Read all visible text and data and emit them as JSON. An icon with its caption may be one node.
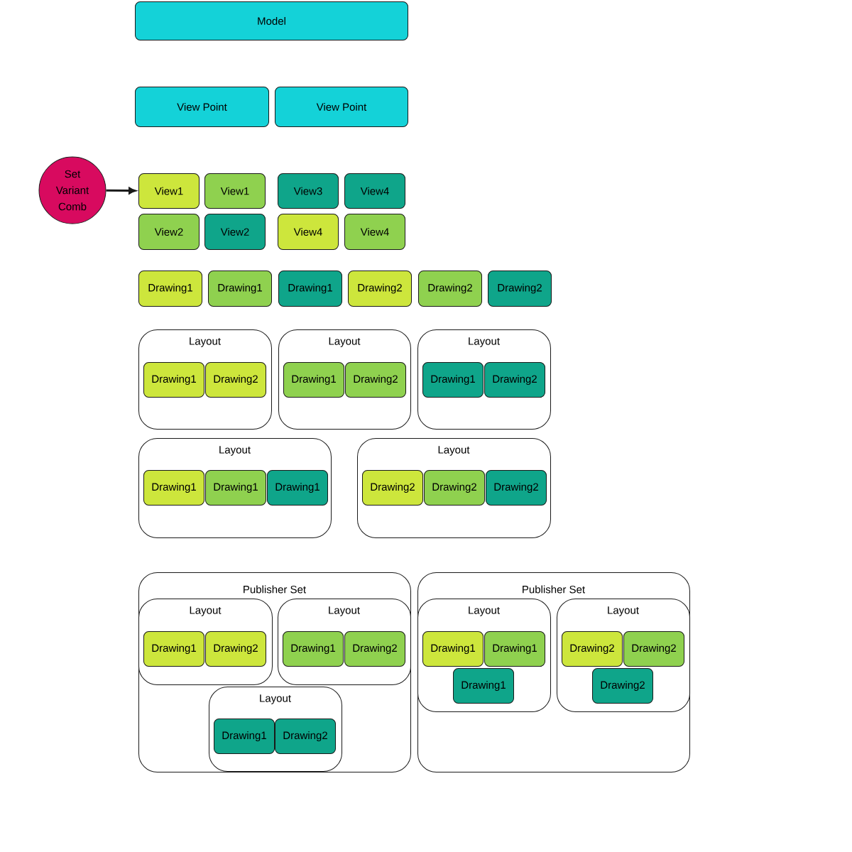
{
  "diagram": {
    "nodes": [
      {
        "text": [
          "Model"
        ]
      },
      {
        "text": [
          "View Point"
        ]
      },
      {
        "text": [
          "View Point"
        ]
      },
      {
        "text": [
          "Set Variant Comb"
        ]
      },
      {
        "text": [
          "View1"
        ]
      },
      {
        "text": [
          "View1"
        ]
      },
      {
        "text": [
          "View3"
        ]
      },
      {
        "text": [
          "View4"
        ]
      },
      {
        "text": [
          "View2"
        ]
      },
      {
        "text": [
          "View2"
        ]
      },
      {
        "text": [
          "View4"
        ]
      },
      {
        "text": [
          "View4"
        ]
      },
      {
        "text": [
          "Drawing1"
        ]
      },
      {
        "text": [
          "Drawing1"
        ]
      },
      {
        "text": [
          "Drawing1"
        ]
      },
      {
        "text": [
          "Drawing2"
        ]
      },
      {
        "text": [
          "Drawing2"
        ]
      },
      {
        "text": [
          "Drawing2"
        ]
      },
      {
        "text": [
          "Layout"
        ]
      },
      {
        "text": [
          "Drawing1"
        ],
        "in": 18
      },
      {
        "text": [
          "Drawing2"
        ],
        "in": 18
      },
      {
        "text": [
          "Layout"
        ]
      },
      {
        "text": [
          "Drawing1"
        ],
        "in": 21
      },
      {
        "text": [
          "Drawing2"
        ],
        "in": 21
      },
      {
        "text": [
          "Layout"
        ]
      },
      {
        "text": [
          "Drawing1"
        ],
        "in": 24
      },
      {
        "text": [
          "Drawing2"
        ],
        "in": 24
      },
      {
        "text": [
          "Layout"
        ]
      },
      {
        "text": [
          "Drawing1"
        ],
        "in": 27
      },
      {
        "text": [
          "Drawing1"
        ],
        "in": 27
      },
      {
        "text": [
          "Drawing1"
        ],
        "in": 27
      },
      {
        "text": [
          "Layout"
        ]
      },
      {
        "text": [
          "Drawing2"
        ],
        "in": 31
      },
      {
        "text": [
          "Drawing2"
        ],
        "in": 31
      },
      {
        "text": [
          "Drawing2"
        ],
        "in": 31
      },
      {
        "text": [
          "Publisher Set"
        ]
      },
      {
        "text": [
          "Layout"
        ],
        "in": 35
      },
      {
        "text": [
          "Drawing1"
        ],
        "in": 36
      },
      {
        "text": [
          "Drawing2"
        ],
        "in": 36
      },
      {
        "text": [
          "Layout"
        ],
        "in": 35
      },
      {
        "text": [
          "Drawing1"
        ],
        "in": 39
      },
      {
        "text": [
          "Drawing2"
        ],
        "in": 39
      },
      {
        "text": [
          "Layout"
        ],
        "in": 35
      },
      {
        "text": [
          "Drawing1"
        ],
        "in": 42
      },
      {
        "text": [
          "Drawing2"
        ],
        "in": 42
      },
      {
        "text": [
          "Publisher Set"
        ]
      },
      {
        "text": [
          "Layout"
        ],
        "in": 45
      },
      {
        "text": [
          "Drawing1"
        ],
        "in": 46
      },
      {
        "text": [
          "Drawing1"
        ],
        "in": 46
      },
      {
        "text": [
          "Drawing1"
        ],
        "in": 46
      },
      {
        "text": [
          "Layout"
        ],
        "in": 45
      },
      {
        "text": [
          "Drawing2"
        ],
        "in": 50
      },
      {
        "text": [
          "Drawing2"
        ],
        "in": 50
      },
      {
        "text": [
          "Drawing2"
        ],
        "in": 50
      }
    ],
    "edges": [
      {
        "from": 3,
        "to": 4,
        "arrow": "to"
      }
    ]
  }
}
